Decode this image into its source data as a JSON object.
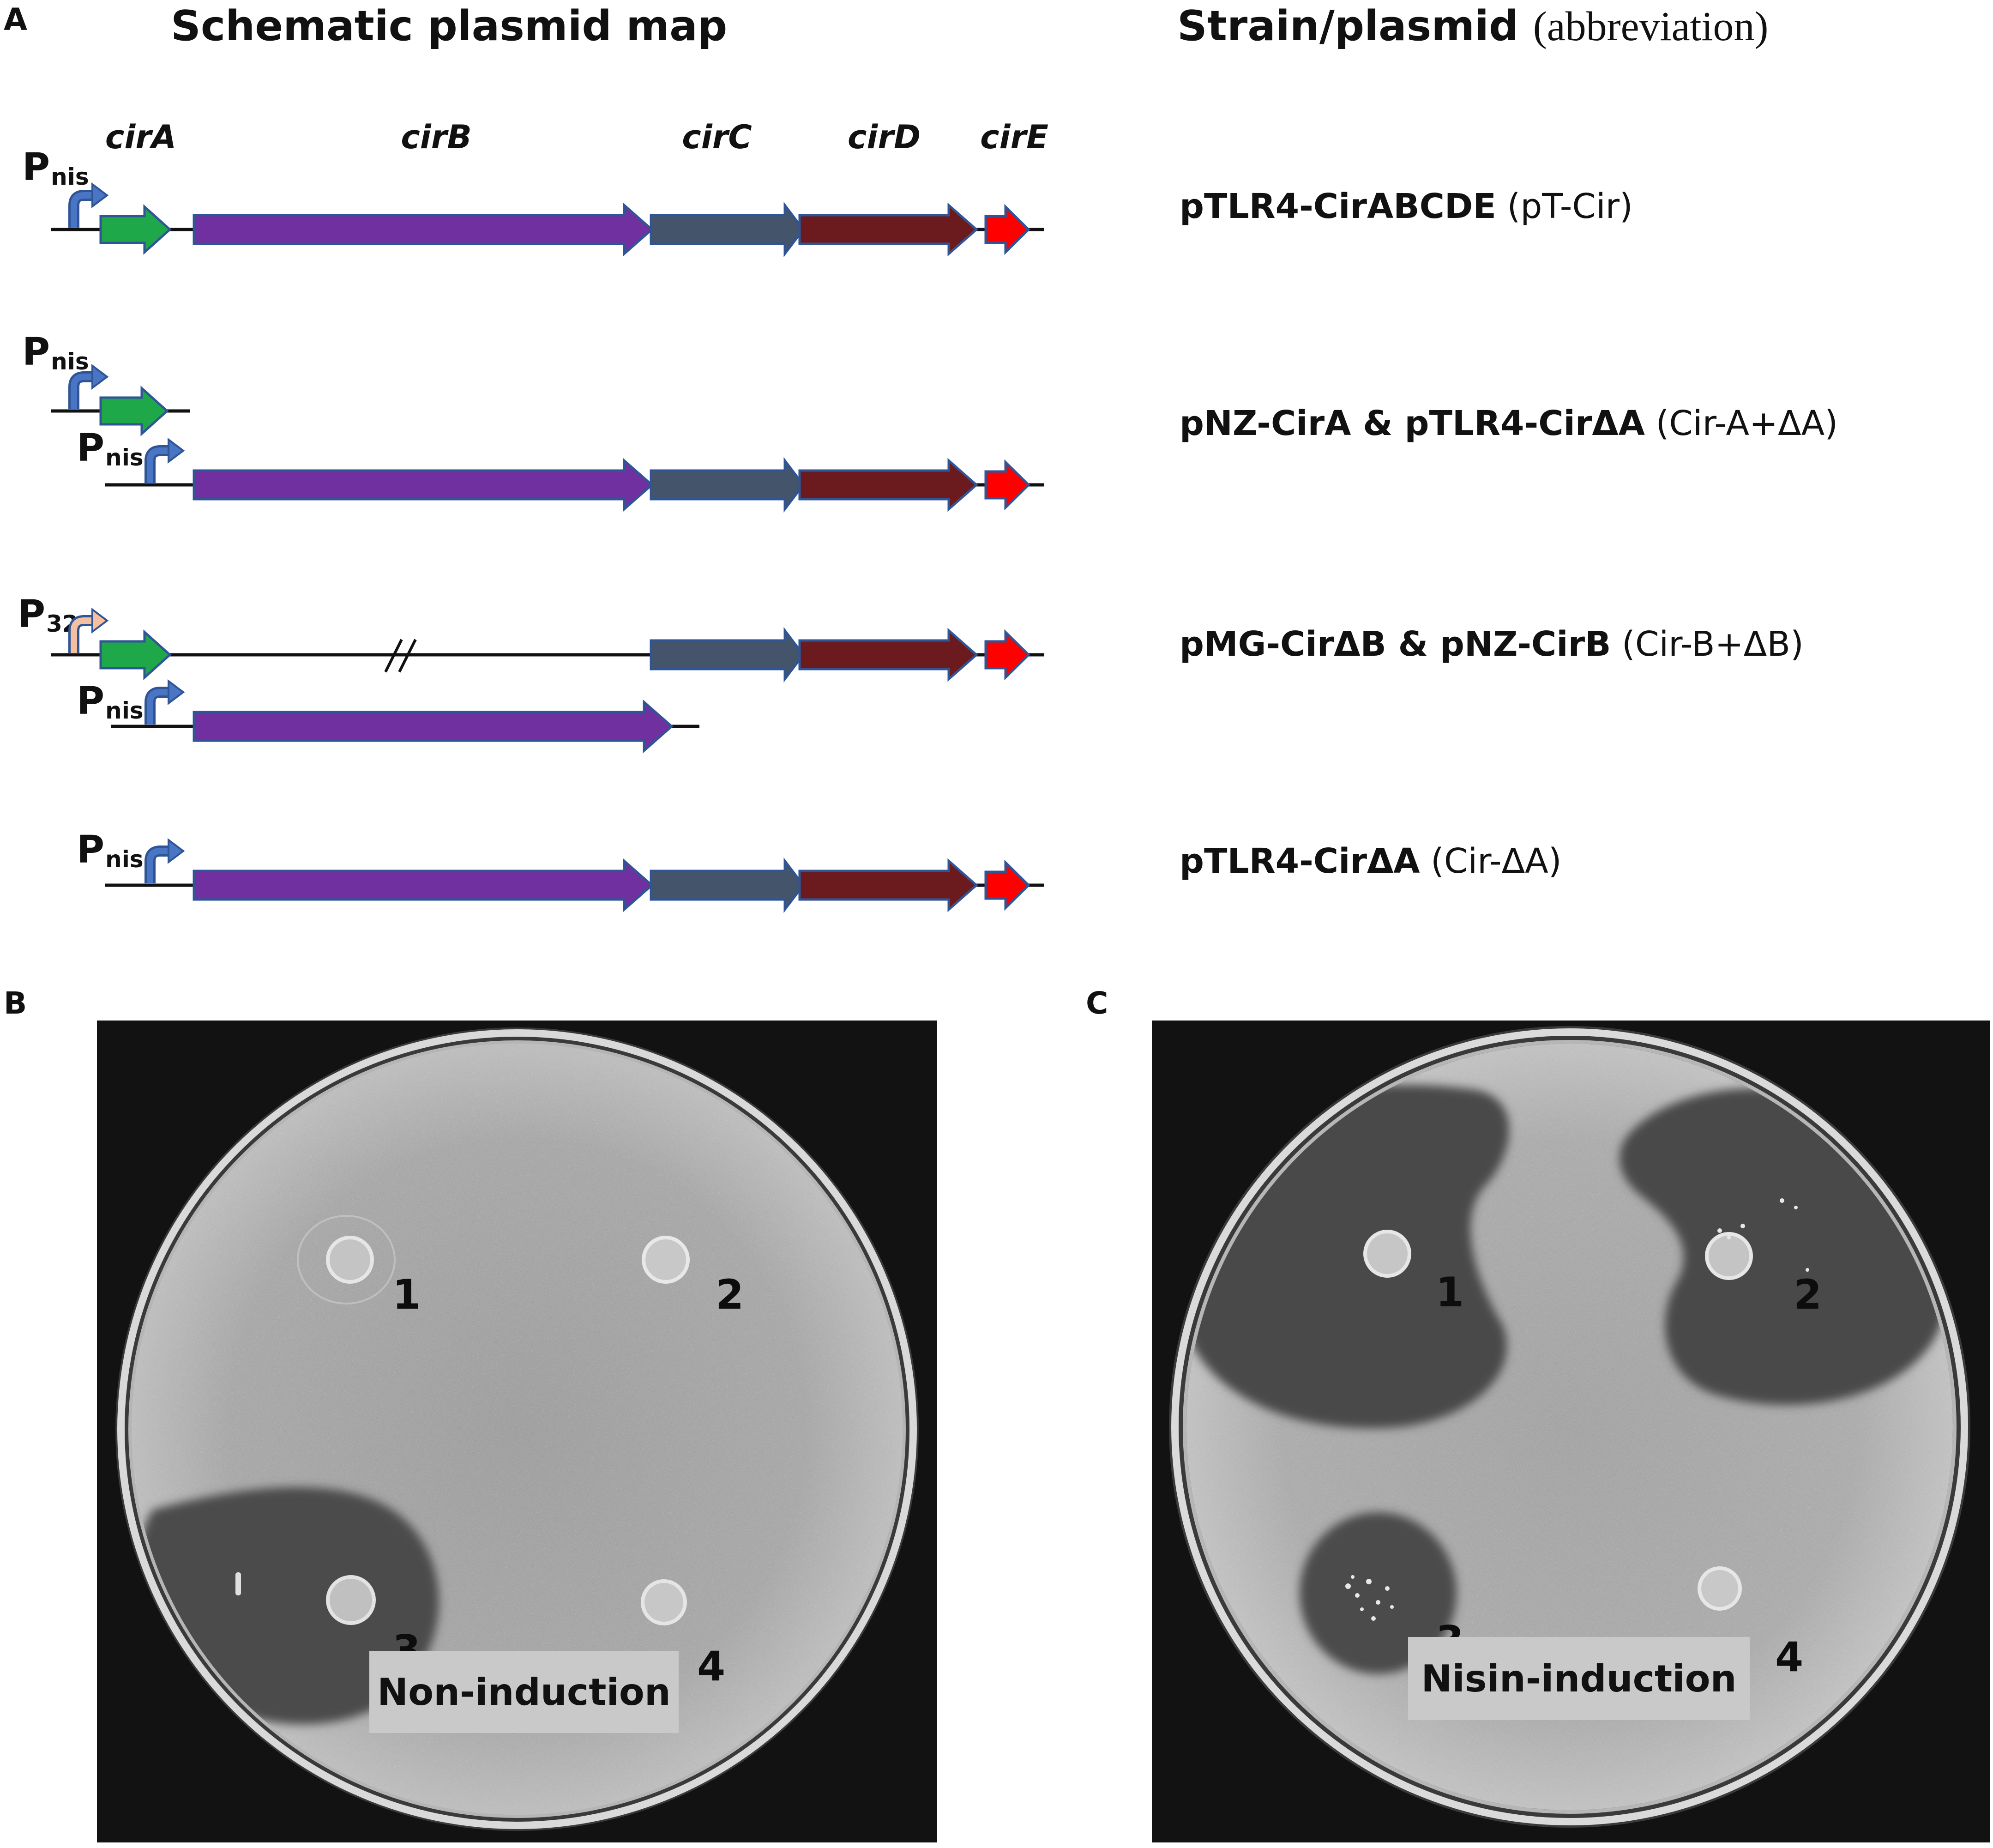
{
  "panel_a": {
    "letter": "A",
    "heading_left": "Schematic plasmid map",
    "heading_right_bold": "Strain/plasmid",
    "heading_right_normal": "(abbreviation)",
    "gene_labels": [
      "cirA",
      "cirB",
      "cirC",
      "cirD",
      "cirE"
    ],
    "promoter_main": "P",
    "promoter_nis_sub": "nis",
    "promoter_32_sub": "32",
    "constructs": [
      {
        "bold": "pTLR4-CirABCDE",
        "normal": "(pT-Cir)"
      },
      {
        "bold": "pNZ-CirA & pTLR4-CirΔA",
        "normal": "(Cir-A+ΔA)"
      },
      {
        "bold": "pMG-CirΔB & pNZ-CirB",
        "normal": "(Cir-B+ΔB)"
      },
      {
        "bold": "pTLR4-CirΔA",
        "normal": "(Cir-ΔA)"
      }
    ],
    "gene_colors": {
      "cirA": "#1fa84a",
      "cirB": "#7030a0",
      "cirC": "#44546a",
      "cirD": "#6b1a1d",
      "cirE": "#ff0000",
      "outline": "#2f5597",
      "nis_arrow": "#4a74c4",
      "p32_arrow": "#f4c0a0"
    }
  },
  "panel_b": {
    "letter": "B",
    "wells": [
      "1",
      "2",
      "3",
      "4"
    ],
    "condition": "Non-induction"
  },
  "panel_c": {
    "letter": "C",
    "wells": [
      "1",
      "2",
      "3",
      "4"
    ],
    "condition": "Nisin-induction"
  }
}
